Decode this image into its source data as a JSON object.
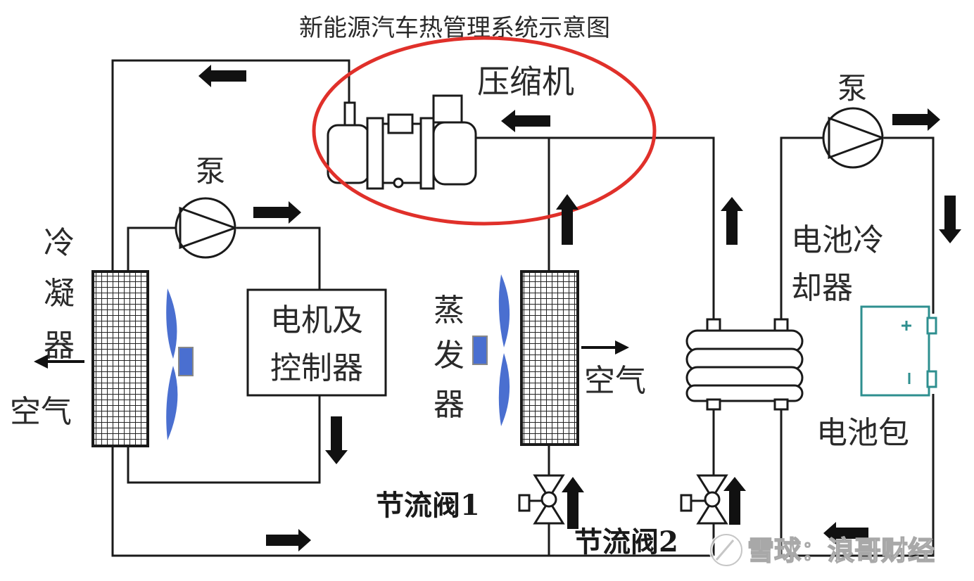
{
  "title": "新能源汽车热管理系统示意图",
  "labels": {
    "compressor": "压缩机",
    "pump_left": "泵",
    "pump_right": "泵",
    "condenser": [
      "冷",
      "凝",
      "器"
    ],
    "air_left": "空气",
    "motor_controller": [
      "电机及",
      "控制器"
    ],
    "evaporator": [
      "蒸",
      "发",
      "器"
    ],
    "air_mid": "空气",
    "battery_chiller": [
      "电池冷",
      "却器"
    ],
    "battery_pack": "电池包",
    "valve1": "节流阀1",
    "valve2": "节流阀2"
  },
  "watermark": "雪球：浪哥财经",
  "colors": {
    "line": "#1a1a1a",
    "highlight_ring": "#e0302a",
    "fan_blade": "#4a6fd0",
    "battery_pack": "#2e8f8f",
    "grid_fill": "#333333"
  }
}
